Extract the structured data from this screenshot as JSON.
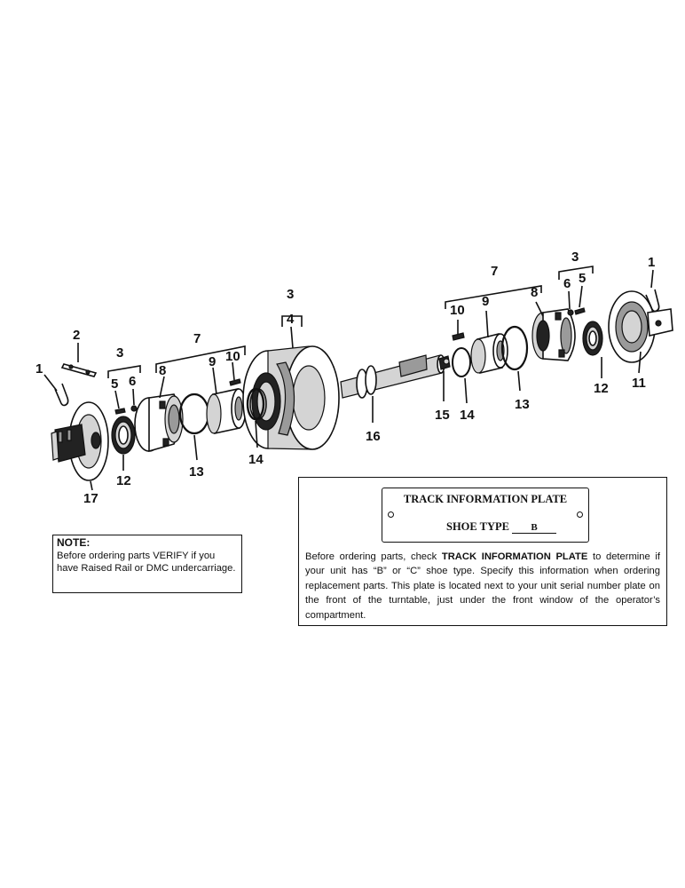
{
  "callouts": {
    "c1_left": "1",
    "c2": "2",
    "c3_left": "3",
    "c5_left": "5",
    "c6_left": "6",
    "c7_left": "7",
    "c8_left": "8",
    "c9_left": "9",
    "c10_left": "10",
    "c12_left": "12",
    "c13_left": "13",
    "c14_left": "14",
    "c17": "17",
    "c3_center": "3",
    "c4": "4",
    "c16": "16",
    "c15": "15",
    "c14_right": "14",
    "c10_right": "10",
    "c9_right": "9",
    "c7_right": "7",
    "c8_right": "8",
    "c13_right": "13",
    "c3_right": "3",
    "c6_right": "6",
    "c5_right": "5",
    "c1_right": "1",
    "c12_right": "12",
    "c11": "11"
  },
  "note": {
    "title": "NOTE:",
    "text": "Before ordering parts VERIFY if you have Raised Rail or DMC undercarriage."
  },
  "track_plate": {
    "title": "TRACK INFORMATION PLATE",
    "shoe_label": "SHOE TYPE",
    "shoe_value": "B"
  },
  "track_info": {
    "lead": "Before ordering parts, check ",
    "emphasis": "TRACK INFORMATION PLATE",
    "rest": " to determine if your unit has “B” or “C” shoe type. Specify this information when ordering replacement parts. This plate is located next to your unit serial number plate on the front of the turntable, just under the front window of the operator’s compartment."
  }
}
